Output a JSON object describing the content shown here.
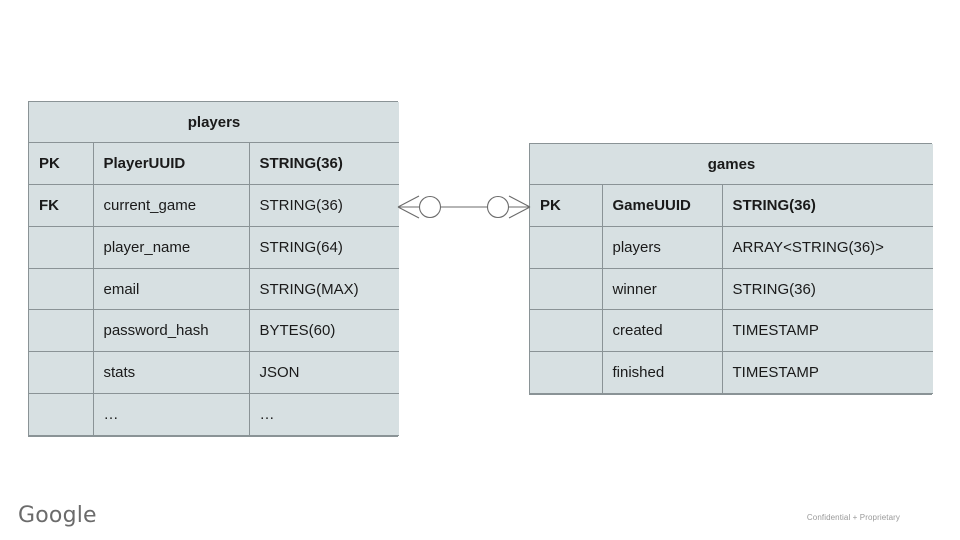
{
  "slide": {
    "background_color": "#ffffff",
    "entity_fill_color": "#d7e0e2",
    "entity_border_color": "#8a9396",
    "connector_color": "#6b6b6b"
  },
  "entities": [
    {
      "name": "players",
      "title": "players",
      "columns": [
        {
          "key": "PK",
          "field": "PlayerUUID",
          "type": "STRING(36)",
          "emphasis": true
        },
        {
          "key": "FK",
          "field": "current_game",
          "type": "STRING(36)",
          "emphasis": false
        },
        {
          "key": "",
          "field": "player_name",
          "type": "STRING(64)",
          "emphasis": false
        },
        {
          "key": "",
          "field": "email",
          "type": "STRING(MAX)",
          "emphasis": false
        },
        {
          "key": "",
          "field": "password_hash",
          "type": "BYTES(60)",
          "emphasis": false
        },
        {
          "key": "",
          "field": "stats",
          "type": "JSON",
          "emphasis": false
        },
        {
          "key": "",
          "field": "…",
          "type": "…",
          "emphasis": false
        }
      ]
    },
    {
      "name": "games",
      "title": "games",
      "columns": [
        {
          "key": "PK",
          "field": "GameUUID",
          "type": "STRING(36)",
          "emphasis": true
        },
        {
          "key": "",
          "field": "players",
          "type": "ARRAY<STRING(36)>",
          "emphasis": false
        },
        {
          "key": "",
          "field": "winner",
          "type": "STRING(36)",
          "emphasis": false
        },
        {
          "key": "",
          "field": "created",
          "type": "TIMESTAMP",
          "emphasis": false
        },
        {
          "key": "",
          "field": "finished",
          "type": "TIMESTAMP",
          "emphasis": false
        }
      ]
    }
  ],
  "relationship": {
    "from_entity": "players",
    "from_field": "current_game",
    "to_entity": "games",
    "to_field": "GameUUID",
    "notation": "crows-foot",
    "left_cardinality": "zero-or-many",
    "right_cardinality": "zero-or-many"
  },
  "footer": {
    "logo_text": "Google",
    "note": "Confidential + Proprietary"
  }
}
